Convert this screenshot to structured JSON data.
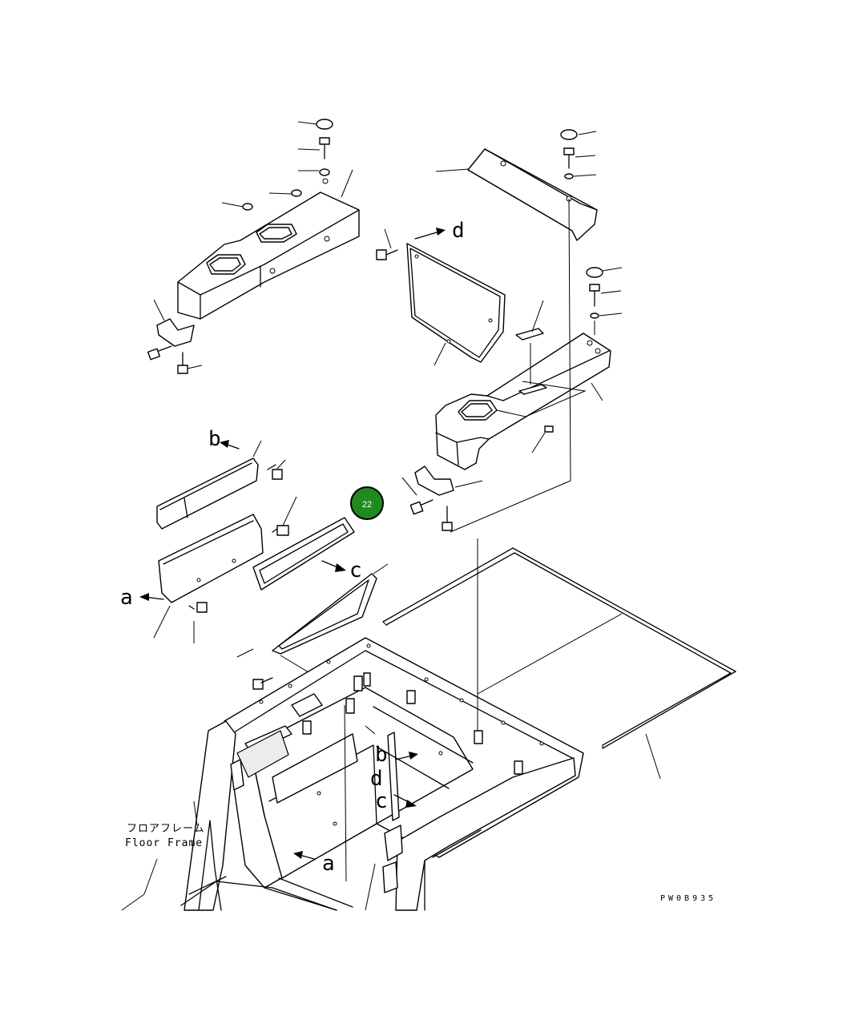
{
  "colors": {
    "line": "#000000",
    "background": "#ffffff",
    "callout_fill": "#1f8a1f",
    "callout_text": "#ffffff"
  },
  "callout": {
    "number": "22",
    "icon": "part-number-badge"
  },
  "view_labels": {
    "a_upper": "a",
    "b_upper": "b",
    "c_upper": "c",
    "d_upper": "d",
    "a_lower": "a",
    "b_lower": "b",
    "c_lower": "c",
    "d_lower": "d"
  },
  "floor_frame": {
    "japanese": "フロアフレーム",
    "english": "Floor Frame"
  },
  "drawing_code": "PW0B935"
}
